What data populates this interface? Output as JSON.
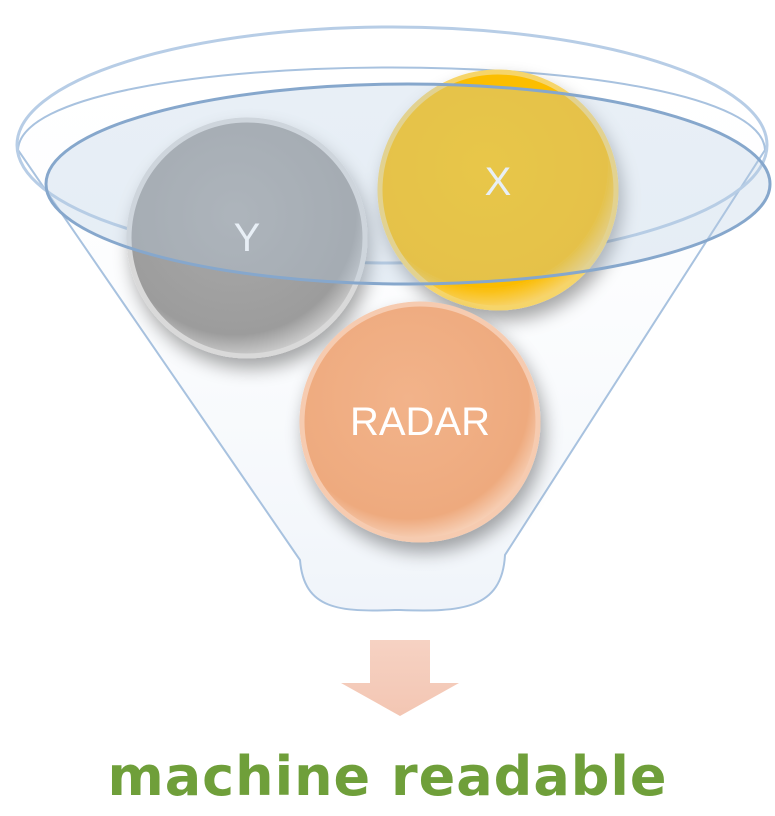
{
  "diagram": {
    "circles": [
      {
        "label": "Y",
        "color": "#a3a3a3"
      },
      {
        "label": "X",
        "color": "#fcbf00"
      },
      {
        "label": "RADAR",
        "color": "#f0ae83"
      }
    ],
    "caption": "machine readable",
    "caption_color": "#6f9f3a",
    "funnel_stroke": "#94b3d6",
    "funnel_fill": "#e9f0f8",
    "arrow_color": "#f4cdbd"
  }
}
